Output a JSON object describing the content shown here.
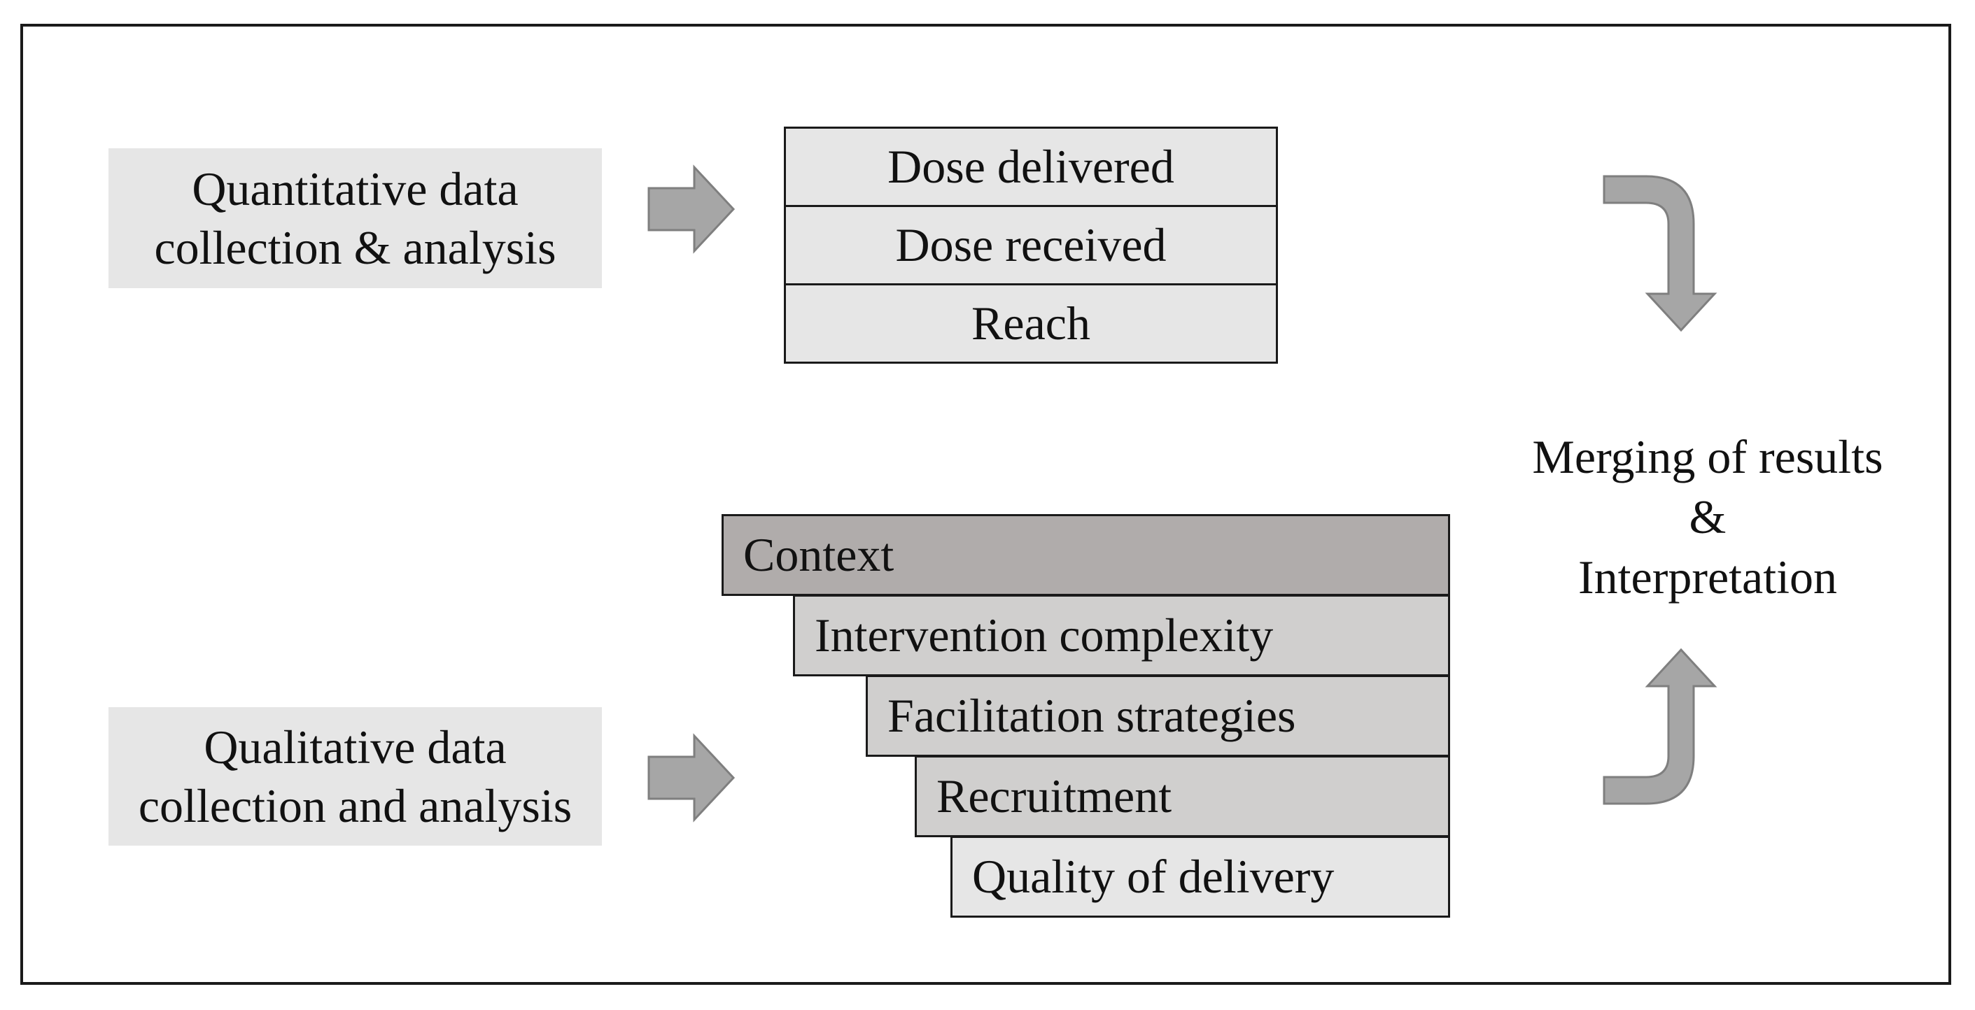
{
  "quantitative_source": {
    "lines": [
      "Quantitative data",
      "collection & analysis"
    ]
  },
  "qualitative_source": {
    "lines": [
      "Qualitative data",
      "collection and analysis"
    ]
  },
  "quantitative_outcomes": [
    "Dose delivered",
    "Dose received",
    "Reach"
  ],
  "qualitative_outcomes": [
    {
      "label": "Context",
      "color": "#b0acab"
    },
    {
      "label": "Intervention complexity",
      "color": "#d0cfce"
    },
    {
      "label": "Facilitation strategies",
      "color": "#d0cfce"
    },
    {
      "label": "Recruitment",
      "color": "#d0cfce"
    },
    {
      "label": "Quality of delivery",
      "color": "#e6e6e6"
    }
  ],
  "merge": {
    "lines": [
      "Merging of results",
      "&",
      "Interpretation"
    ]
  },
  "colors": {
    "arrow_fill": "#a6a6a6",
    "arrow_stroke": "#7f7f7f",
    "box_fill": "#e6e6e6"
  }
}
